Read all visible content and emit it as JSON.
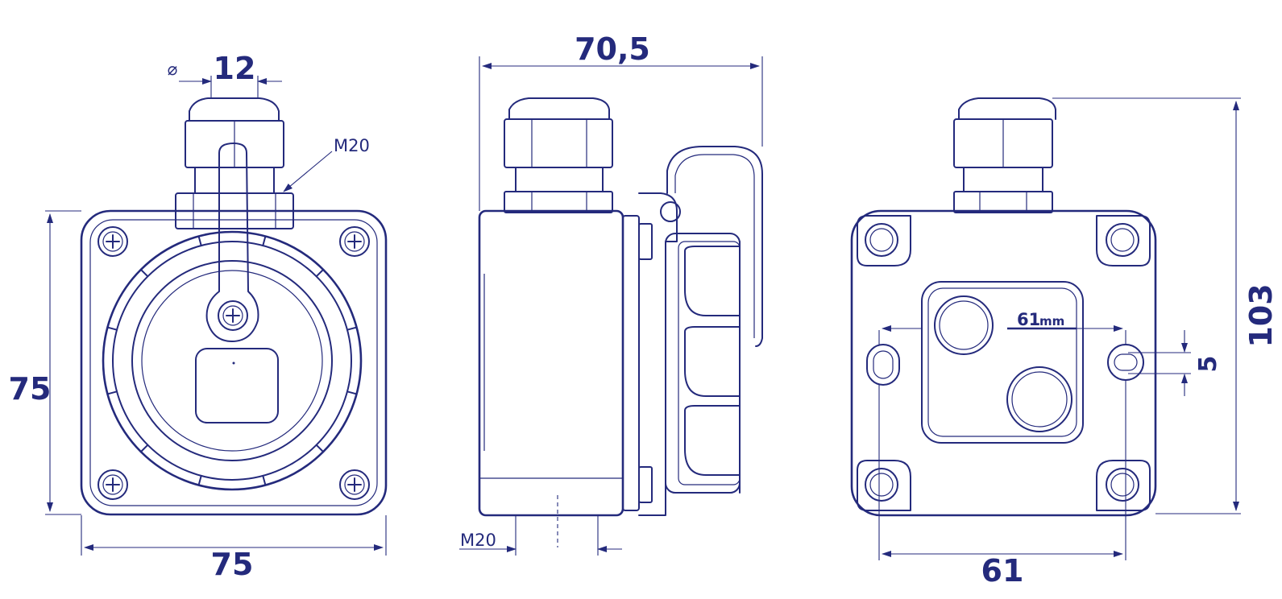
{
  "colors": {
    "ink": "#242a7c",
    "background": "#ffffff"
  },
  "front_view": {
    "dim_width": "75",
    "dim_height": "75",
    "dim_gland_diameter_symbol": "⌀",
    "dim_gland_diameter": "12",
    "gland_thread_label": "M20"
  },
  "side_view": {
    "dim_depth": "70,5",
    "gland_thread_label": "M20"
  },
  "rear_view": {
    "dim_height": "103",
    "dim_hole_spacing": "61",
    "dim_hole_spacing_inline_value": "61",
    "dim_hole_spacing_inline_unit": "mm",
    "dim_slot_width": "5"
  }
}
